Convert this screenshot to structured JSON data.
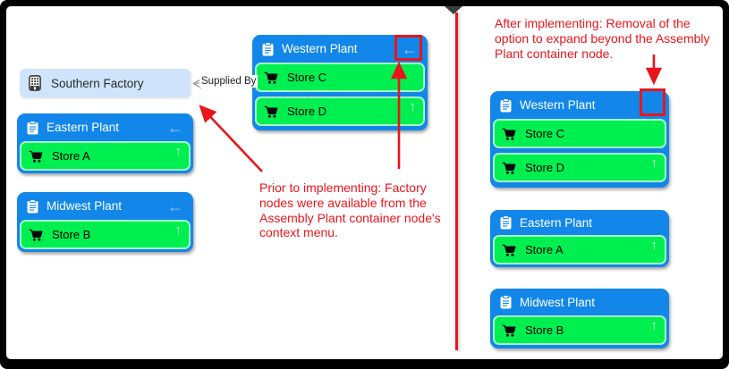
{
  "colors": {
    "plant_header_blue": "#1287e9",
    "store_green": "#00ef50",
    "factory_light_blue": "#cfe4fa",
    "annotation_red": "#e8151c",
    "frame_black": "#000000"
  },
  "icons": {
    "plant": "clipboard-icon",
    "factory": "building-icon",
    "store": "cart-icon",
    "collapse": "left-arrow-icon",
    "expand": "up-arrow-icon"
  },
  "glyphs": {
    "collapse_arrow": "←",
    "expand_arrow": "↑"
  },
  "edge": {
    "label": "Supplied By"
  },
  "notes": {
    "before_lines": [
      "Prior to implementing: Factory",
      "nodes were available from the",
      "Assembly Plant container node's",
      "context menu."
    ],
    "after_lines": [
      "After implementing: Removal of the",
      "option to expand beyond the Assembly",
      "Plant container node."
    ]
  },
  "before": {
    "factory": {
      "label": "Southern Factory"
    },
    "plants": [
      {
        "title": "Western Plant",
        "stores": [
          {
            "label": "Store C"
          },
          {
            "label": "Store D"
          }
        ]
      },
      {
        "title": "Eastern Plant",
        "stores": [
          {
            "label": "Store A"
          }
        ]
      },
      {
        "title": "Midwest Plant",
        "stores": [
          {
            "label": "Store B"
          }
        ]
      }
    ]
  },
  "after": {
    "plants": [
      {
        "title": "Western Plant",
        "stores": [
          {
            "label": "Store C"
          },
          {
            "label": "Store D"
          }
        ]
      },
      {
        "title": "Eastern Plant",
        "stores": [
          {
            "label": "Store A"
          }
        ]
      },
      {
        "title": "Midwest Plant",
        "stores": [
          {
            "label": "Store B"
          }
        ]
      }
    ]
  }
}
